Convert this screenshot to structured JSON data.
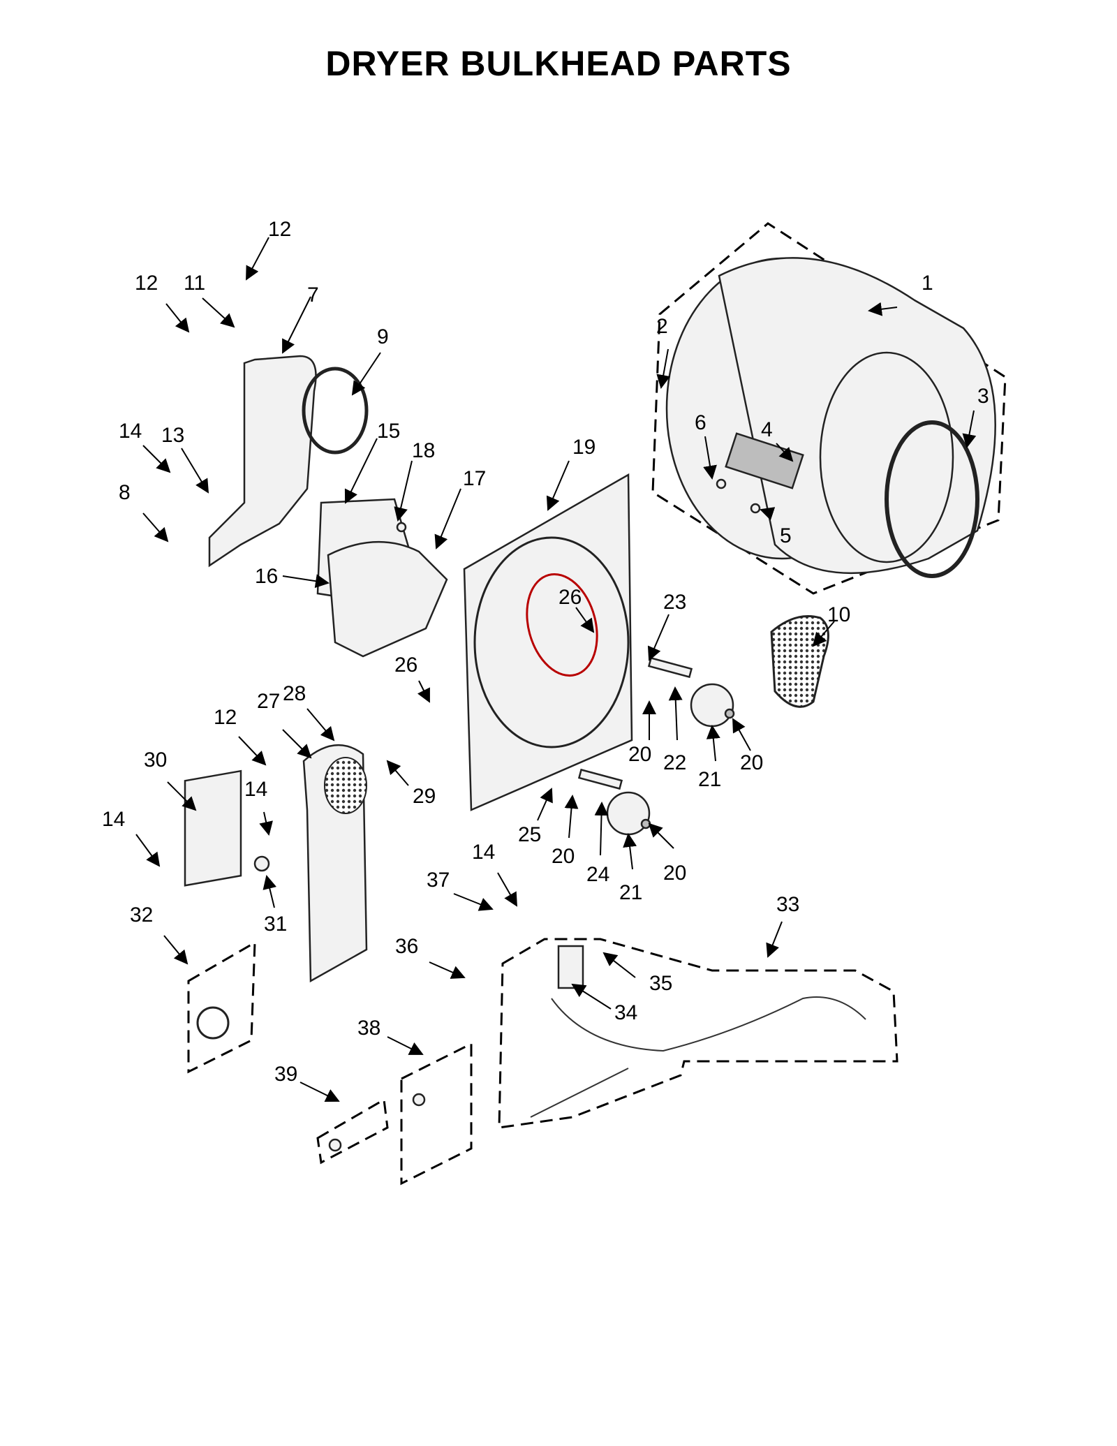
{
  "title": "DRYER BULKHEAD PARTS",
  "callouts": [
    "1",
    "2",
    "3",
    "4",
    "5",
    "6",
    "7",
    "8",
    "9",
    "10",
    "11",
    "12",
    "13",
    "14",
    "15",
    "16",
    "17",
    "18",
    "19",
    "20",
    "21",
    "22",
    "23",
    "24",
    "25",
    "26",
    "27",
    "28",
    "29",
    "30",
    "31",
    "32",
    "33",
    "34",
    "35",
    "36",
    "37",
    "38",
    "39"
  ]
}
